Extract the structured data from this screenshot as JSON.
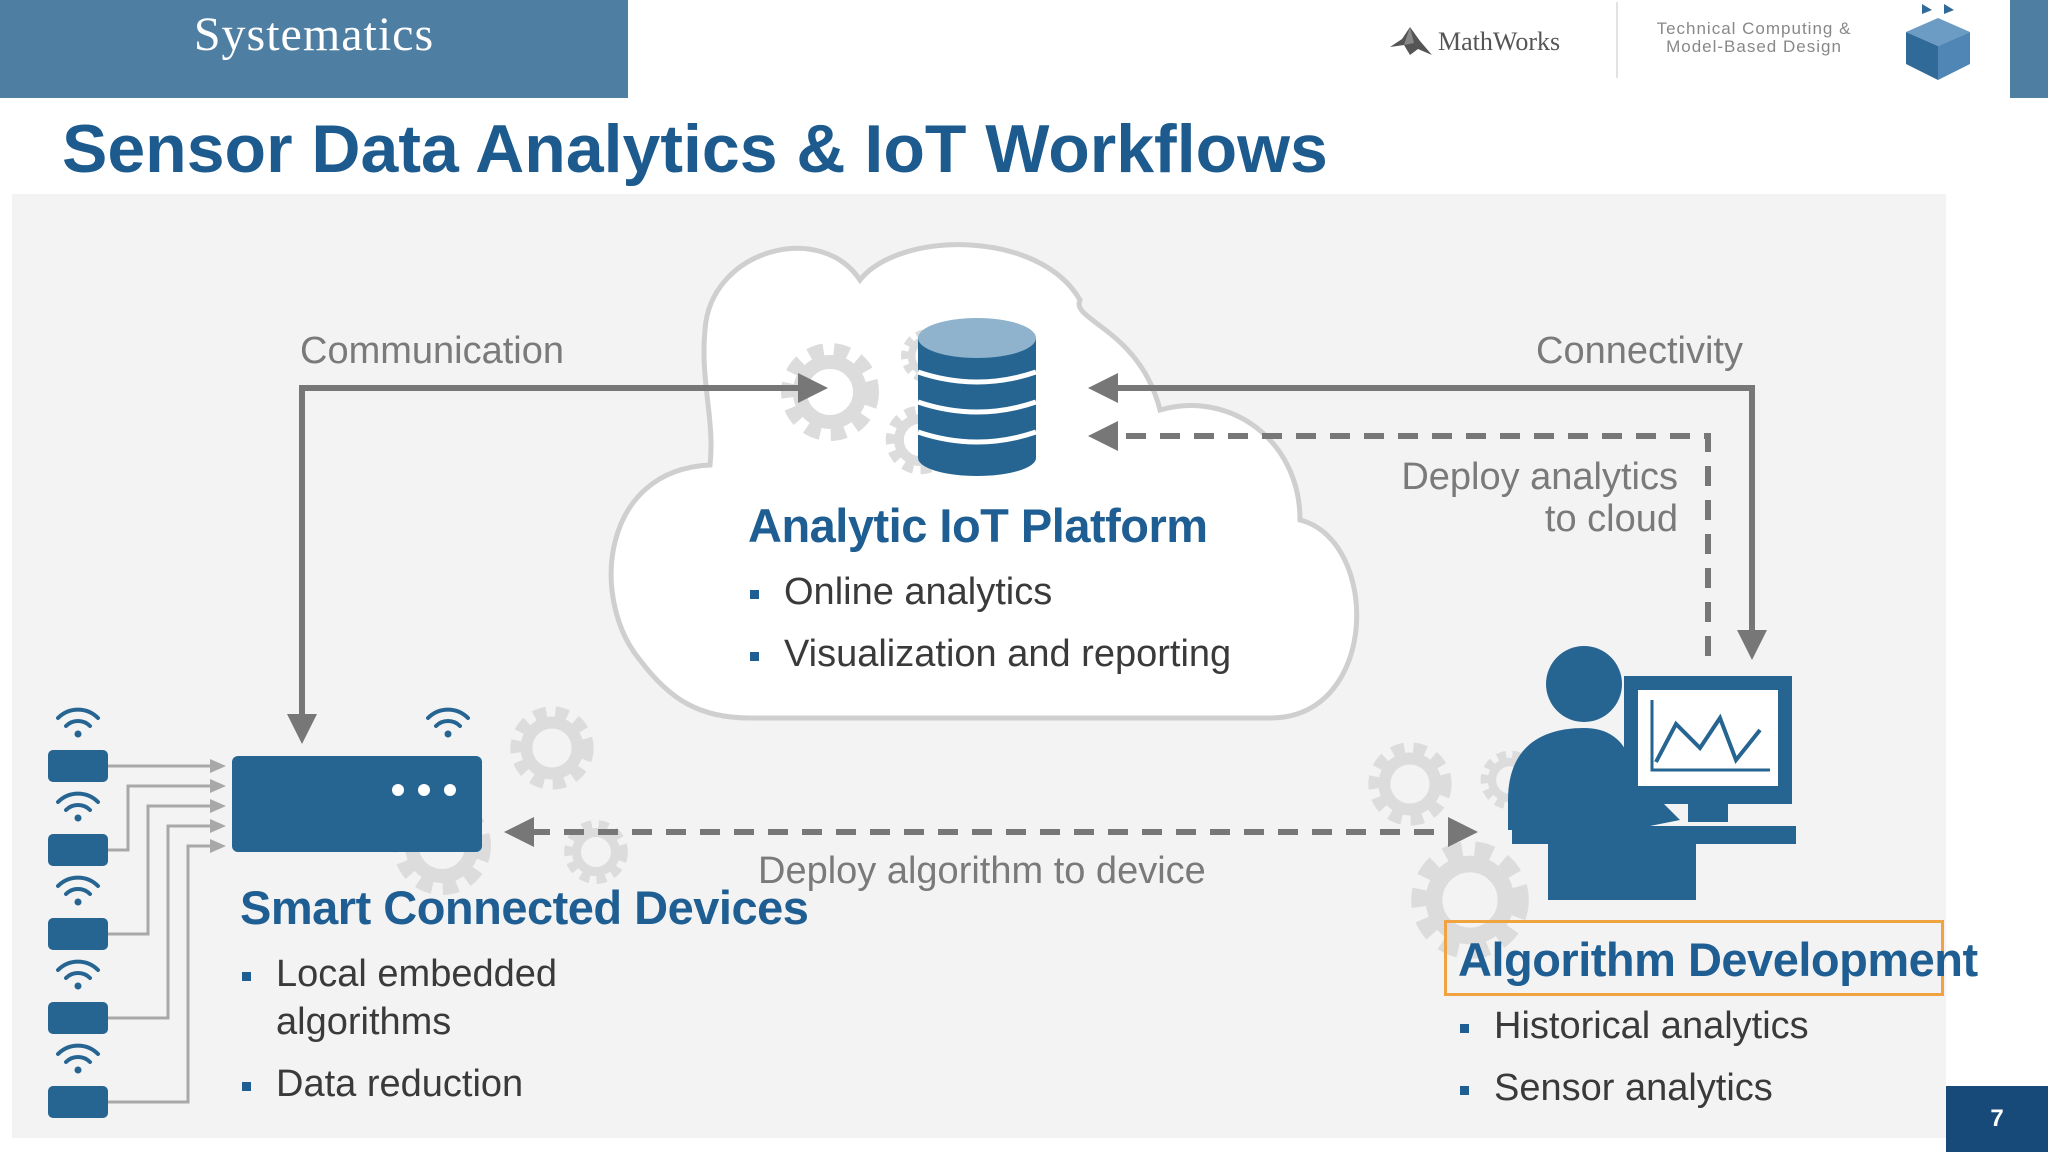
{
  "header": {
    "brand": "Systematics",
    "partner": "MathWorks",
    "tagline_line1": "Technical Computing &",
    "tagline_line2": "Model-Based Design"
  },
  "slide": {
    "title": "Sensor Data Analytics & IoT Workflows",
    "page_number": "7"
  },
  "diagram": {
    "labels": {
      "communication": "Communication",
      "connectivity": "Connectivity",
      "deploy_cloud_line1": "Deploy analytics",
      "deploy_cloud_line2": "to cloud",
      "deploy_device": "Deploy algorithm to device"
    },
    "cloud": {
      "heading": "Analytic IoT Platform",
      "bullets": [
        "Online analytics",
        "Visualization and reporting"
      ]
    },
    "devices": {
      "heading": "Smart Connected Devices",
      "bullets": [
        "Local embedded",
        "algorithms",
        "Data reduction"
      ]
    },
    "algorithm": {
      "heading": "Algorithm Development",
      "bullets": [
        "Historical analytics",
        "Sensor analytics"
      ]
    }
  },
  "colors": {
    "brand_blue": "#4f7ea3",
    "title_blue": "#1d5b8e",
    "icon_blue": "#266592",
    "arrow_gray": "#777777",
    "highlight_orange": "#f0a340"
  }
}
